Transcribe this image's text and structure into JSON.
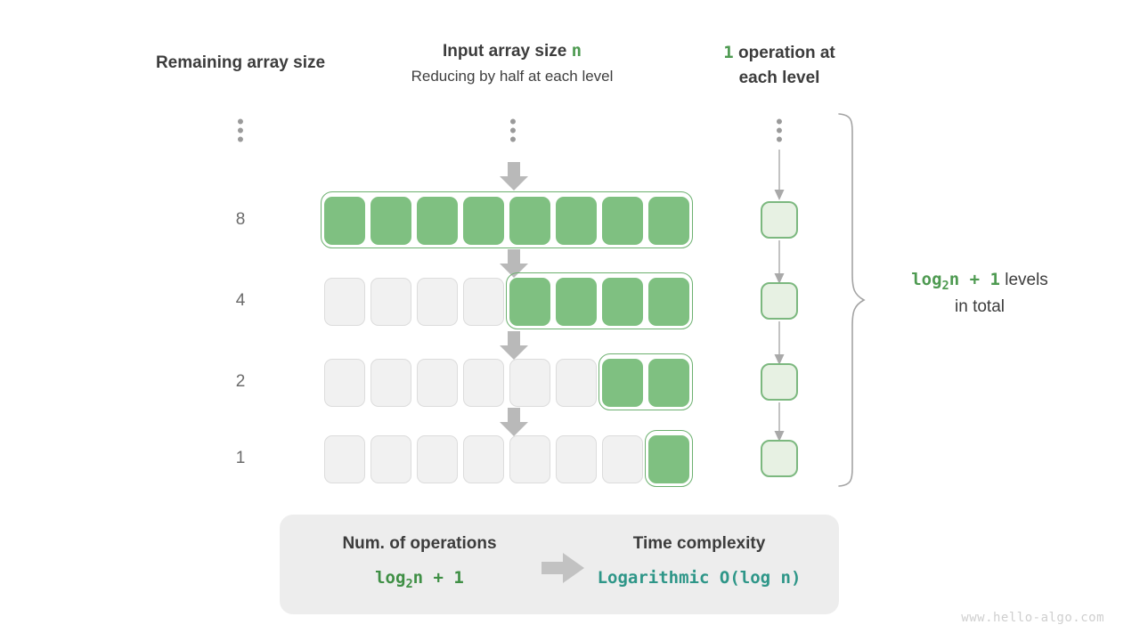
{
  "headers": {
    "left": "Remaining array size",
    "center_title_prefix": "Input array size ",
    "center_title_symbol": "n",
    "center_subtitle": "Reducing by half at each level",
    "right_number": "1",
    "right_line1_rest": " operation at",
    "right_line2": "each level"
  },
  "dots_glyph": "⋮",
  "rows": [
    {
      "label": "8",
      "total_cells": 8,
      "filled_from": 0,
      "filled_count": 8
    },
    {
      "label": "4",
      "total_cells": 8,
      "filled_from": 4,
      "filled_count": 4
    },
    {
      "label": "2",
      "total_cells": 8,
      "filled_from": 6,
      "filled_count": 2
    },
    {
      "label": "1",
      "total_cells": 8,
      "filled_from": 7,
      "filled_count": 1
    }
  ],
  "operations": {
    "count_per_level": 1,
    "boxes": 4
  },
  "right_note": {
    "formula_pre": "log",
    "formula_sub": "2",
    "formula_post": "n + 1",
    "text_rest": "  levels",
    "text_line2": "in total"
  },
  "summary": {
    "left_head": "Num. of operations",
    "left_value_pre": "log",
    "left_value_sub": "2",
    "left_value_post": "n + 1",
    "arrow": "arrow-right-icon",
    "right_head": "Time complexity",
    "right_value": "Logarithmic  O(log n)"
  },
  "watermark": "www.hello-algo.com",
  "colors": {
    "green_fill": "#7fc081",
    "green_border": "#6cb06f",
    "green_text": "#4e9a51",
    "light_green_fill": "#e7f1e3",
    "teal_text": "#2e9688",
    "empty_cell_fill": "#f1f1f1",
    "empty_cell_border": "#dcdcdc",
    "arrow_gray": "#b8b8b8",
    "summary_bg": "#ededed",
    "text_dark": "#3c3c3c",
    "label_gray": "#6b6b6b",
    "watermark_gray": "#cfcfcf"
  }
}
